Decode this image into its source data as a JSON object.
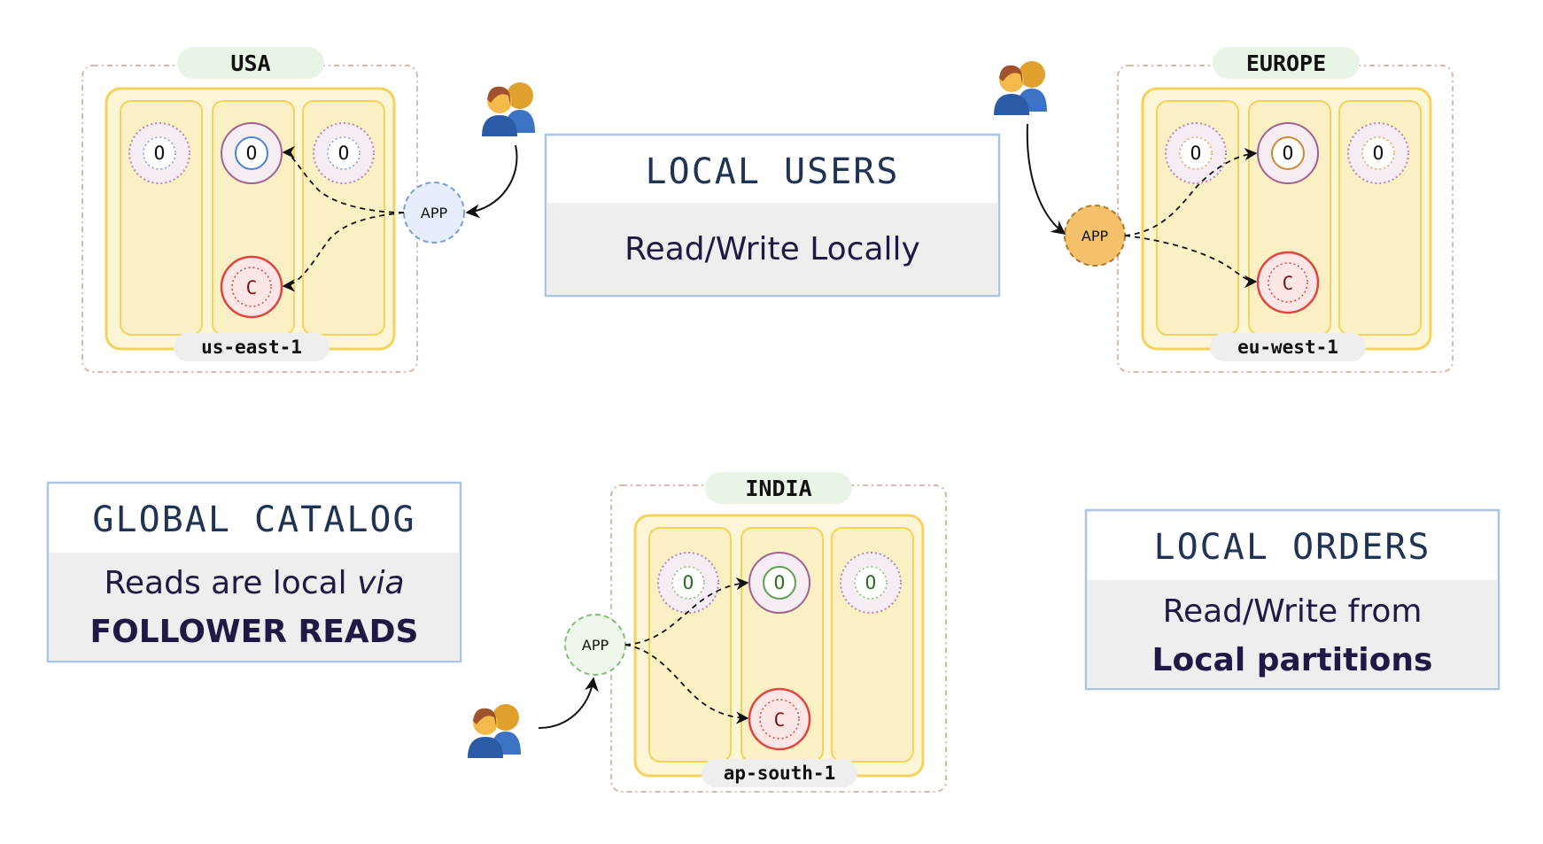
{
  "regions": {
    "usa": {
      "title": "USA",
      "zone": "us-east-1"
    },
    "europe": {
      "title": "EUROPE",
      "zone": "eu-west-1"
    },
    "india": {
      "title": "INDIA",
      "zone": "ap-south-1"
    }
  },
  "node_labels": {
    "orders": "O",
    "catalog": "C",
    "app": "APP"
  },
  "boxes": {
    "local_users": {
      "title": "LOCAL USERS",
      "line1": "Read/Write Locally"
    },
    "global_catalog": {
      "title": "GLOBAL CATALOG",
      "line1": "Reads are local ",
      "line1_em": "via",
      "line2": "FOLLOWER READS"
    },
    "local_orders": {
      "title": "LOCAL ORDERS",
      "line1": "Read/Write from",
      "line2": "Local partitions"
    }
  },
  "colors": {
    "region_fill": "#fdf6d6",
    "region_stroke": "#f5d35a",
    "column_fill": "#fbf0c4",
    "badge_fill": "#e8f5e4",
    "zone_badge_fill": "#eeeeee",
    "catalog_stroke": "#e0453f",
    "catalog_fill": "#fde7e6",
    "usa_app_fill": "#e6eefb",
    "usa_app_stroke": "#7a9fd8",
    "europe_app_fill": "#f5c26b",
    "europe_app_stroke": "#b07a2a",
    "india_app_fill": "#eef7ea",
    "india_app_stroke": "#86bd78",
    "box_stroke": "#a8c6e2",
    "box_body_fill": "#eeeeee"
  },
  "icons": [
    "users-icon"
  ]
}
